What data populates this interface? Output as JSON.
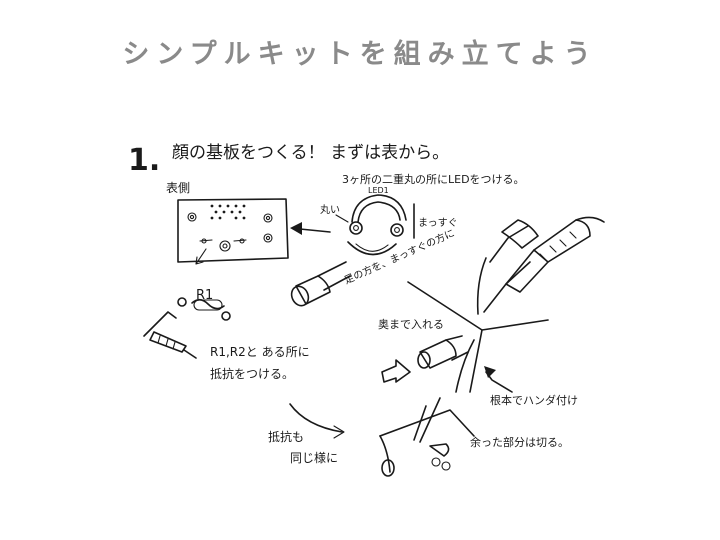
{
  "title": "シンプルキットを組み立てよう",
  "step": {
    "number": "1.",
    "heading": "顔の基板をつくる！ まずは表から。"
  },
  "labels": {
    "front_side": "表側",
    "r1": "R1",
    "led_place": "3ヶ所の二重丸の所にLEDをつける。",
    "led_silk": "LED1",
    "curve_left": "丸い",
    "straight": "まっすぐ",
    "led_direction": "足の方を、まっすぐの方に",
    "resistor_place_1": "R1,R2と ある所に",
    "resistor_place_2": "抵抗をつける。",
    "push_in": "奥まで入れる",
    "solder": "根本でハンダ付け",
    "same_resistor_1": "抵抗も",
    "same_resistor_2": "同じ様に",
    "cut": "余った部分は切る。"
  }
}
